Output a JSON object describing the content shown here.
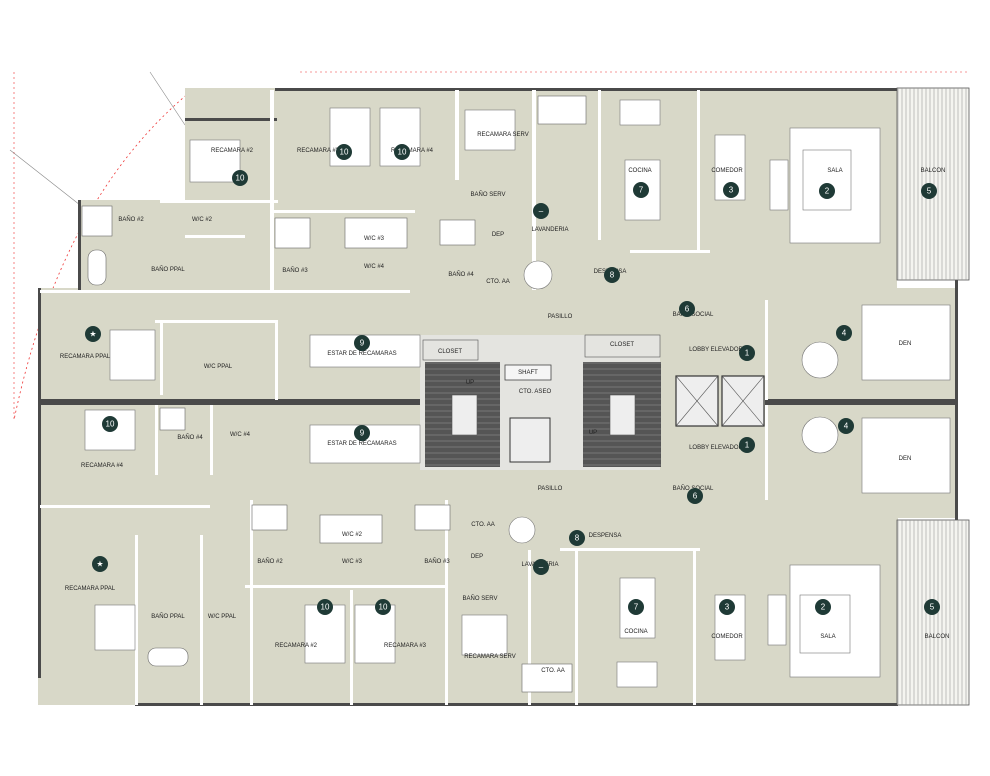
{
  "plan": {
    "labels": {
      "recamara2": "RECAMARA #2",
      "recamara3": "RECAMARA #3",
      "recamara4": "RECAMARA #4",
      "recamara_ppal": "RECAMARA PPAL",
      "recamara_serv": "RECAMARA SERV",
      "bano2": "BAÑO #2",
      "bano3": "BAÑO #3",
      "bano4": "BAÑO #4",
      "bano_ppal": "BAÑO PPAL",
      "bano_serv": "BAÑO SERV",
      "bano_social": "BAÑO SOCIAL",
      "wc2": "W/C #2",
      "wc3": "W/C #3",
      "wc4": "W/C #4",
      "wc_ppal": "W/C PPAL",
      "lavanderia": "LAVANDERIA",
      "dep": "DEP",
      "cto_aa": "CTO. AA",
      "cocina": "COCINA",
      "comedor": "COMEDOR",
      "sala": "SALA",
      "balcon": "BALCON",
      "den": "DEN",
      "pasillo": "PASILLO",
      "closet": "CLOSET",
      "lobby_elevador": "LOBBY ELEVADOR",
      "estar_recamaras": "ESTAR DE RECAMARAS",
      "despensa": "DESPENSA",
      "shaft": "SHAFT",
      "cto_aseo": "CTO. ASEO",
      "up": "UP"
    },
    "badges": {
      "n1": "1",
      "n2": "2",
      "n3": "3",
      "n4": "4",
      "n5": "5",
      "n6": "6",
      "n7": "7",
      "n8": "8",
      "n9": "9",
      "n10": "10",
      "star": "★"
    }
  }
}
